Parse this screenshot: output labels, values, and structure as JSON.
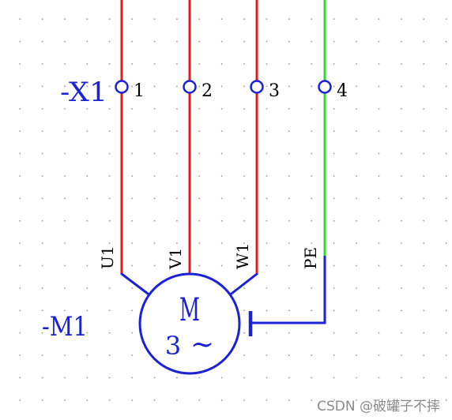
{
  "colors": {
    "phase_wire": "#e01b1b",
    "earth_wire": "#35d435",
    "symbol": "#1a22d6",
    "text": "#000000",
    "watermark": "#8a8a8a"
  },
  "terminal_strip": {
    "designation": "-X1",
    "terminals": [
      "1",
      "2",
      "3",
      "4"
    ]
  },
  "motor": {
    "designation": "-M1",
    "symbol_letter": "M",
    "phase_count": "3",
    "ac_symbol": "~",
    "connections": [
      "U1",
      "V1",
      "W1",
      "PE"
    ]
  },
  "watermark": "CSDN @破罐子不摔"
}
